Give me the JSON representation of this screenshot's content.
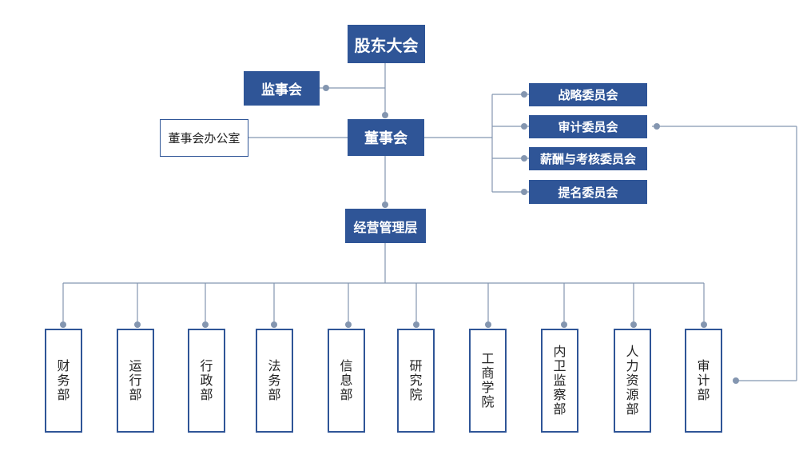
{
  "colors": {
    "box_fill": "#2f5597",
    "box_text": "#ffffff",
    "connector": "#8496b0",
    "dot": "#8496b0"
  },
  "org": {
    "shareholders": "股东大会",
    "supervisory_board": "监事会",
    "board": "董事会",
    "board_office": "董事会办公室",
    "management": "经营管理层",
    "committees": [
      "战略委员会",
      "审计委员会",
      "薪酬与考核委员会",
      "提名委员会"
    ],
    "departments": [
      "财务部",
      "运行部",
      "行政部",
      "法务部",
      "信息部",
      "研究院",
      "工商学院",
      "内卫监察部",
      "人力资源部",
      "审计部"
    ]
  }
}
